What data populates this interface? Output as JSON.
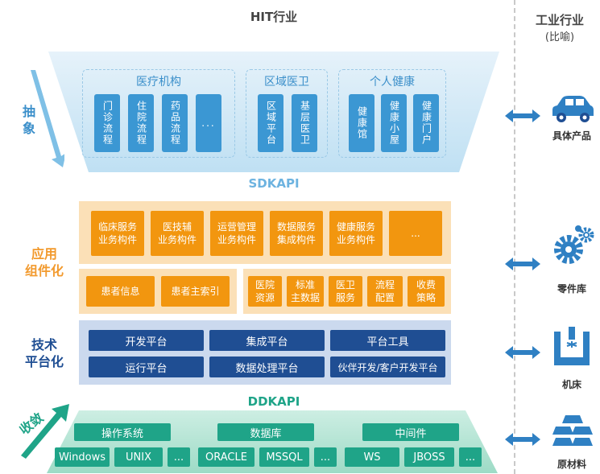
{
  "header": {
    "left_title": "HIT行业",
    "right_title": "工业行业",
    "right_sub": "(比喻)"
  },
  "left_labels": {
    "abstract": "抽\n象",
    "app": "应用\n组件化",
    "tech": "技术\n平台化",
    "converge": "收敛"
  },
  "sdkapi": "SDKAPI",
  "ddkapi": "DDKAPI",
  "top": {
    "groups": [
      {
        "title": "医疗机构",
        "items": [
          "门诊流程",
          "住院流程",
          "药品流程",
          "..."
        ]
      },
      {
        "title": "区域医卫",
        "items": [
          "区域平台",
          "基层医卫"
        ]
      },
      {
        "title": "个人健康",
        "items": [
          "健康馆",
          "健康小屋",
          "健康门户"
        ]
      }
    ]
  },
  "orange": {
    "row1": [
      "临床服务\n业务构件",
      "医技辅\n业务构件",
      "运营管理\n业务构件",
      "数据服务\n集成构件",
      "健康服务\n业务构件",
      "..."
    ],
    "row2_left": [
      "患者信息",
      "患者主索引"
    ],
    "row2_right": [
      "医院\n资源",
      "标准\n主数据",
      "医卫\n服务",
      "流程\n配置",
      "收费\n策略"
    ]
  },
  "blue": {
    "row1": [
      "开发平台",
      "集成平台",
      "平台工具"
    ],
    "row2": [
      "运行平台",
      "数据处理平台",
      "伙伴开发/客户开发平台"
    ]
  },
  "green": {
    "headers": [
      "操作系统",
      "数据库",
      "中间件"
    ],
    "items": [
      "Windows",
      "UNIX",
      "...",
      "ORACLE",
      "MSSQL",
      "...",
      "WS",
      "JBOSS",
      "..."
    ]
  },
  "right": {
    "car": "具体产品",
    "gears": "零件库",
    "machine": "机床",
    "ingots": "原材料"
  },
  "colors": {
    "blue_light": "#3b97d3",
    "orange": "#f2960f",
    "navy": "#1f4e93",
    "green": "#1fa488"
  }
}
